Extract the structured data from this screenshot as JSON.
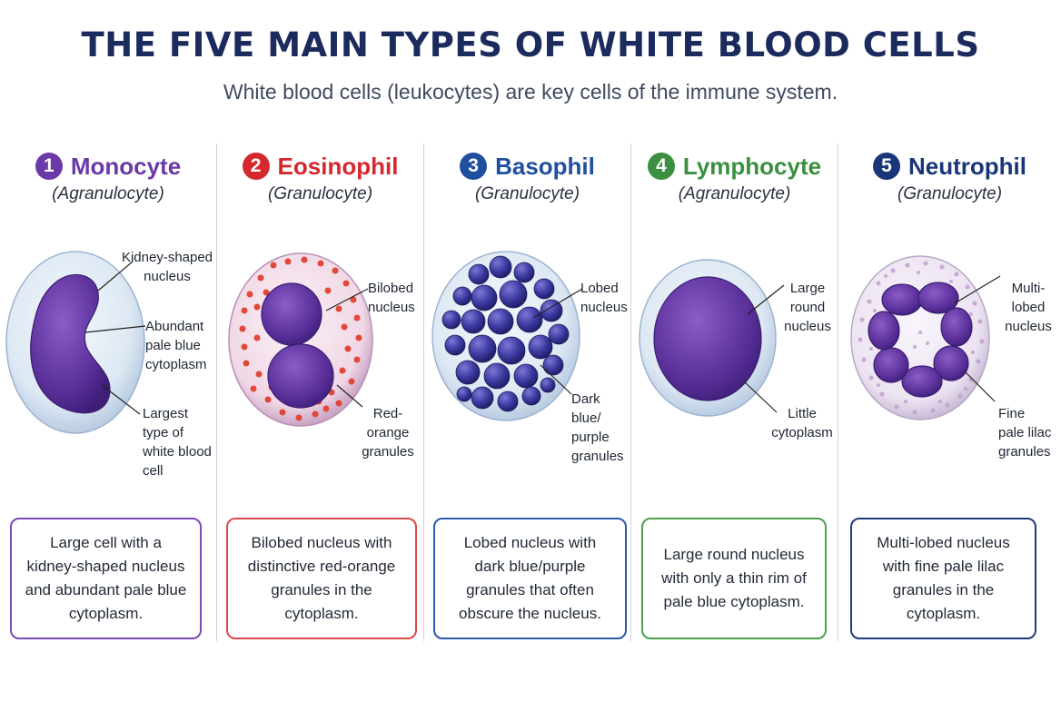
{
  "title": "THE FIVE MAIN TYPES OF WHITE BLOOD CELLS",
  "subtitle": "White blood cells (leukocytes) are key cells of the immune system.",
  "cells": [
    {
      "number": "1",
      "name": "Monocyte",
      "type": "(Agranulocyte)",
      "color": "#6a3aa8",
      "labels": [
        "Kidney-shaped nucleus",
        "Abundant pale blue cytoplasm",
        "Largest type of white blood cell"
      ],
      "description": "Large cell with a kidney-shaped nucleus and abundant pale blue cytoplasm."
    },
    {
      "number": "2",
      "name": "Eosinophil",
      "type": "(Granulocyte)",
      "color": "#d5282e",
      "labels": [
        "Bilobed nucleus",
        "Red-orange granules"
      ],
      "description": "Bilobed nucleus with distinctive red-orange granules in the cytoplasm."
    },
    {
      "number": "3",
      "name": "Basophil",
      "type": "(Granulocyte)",
      "color": "#1f4f9e",
      "labels": [
        "Lobed nucleus",
        "Dark blue/ purple granules"
      ],
      "description": "Lobed nucleus with dark blue/purple granules that often obscure the nucleus."
    },
    {
      "number": "4",
      "name": "Lymphocyte",
      "type": "(Agranulocyte)",
      "color": "#3a9040",
      "labels": [
        "Large round nucleus",
        "Little cytoplasm"
      ],
      "description": "Large round nucleus with only a thin rim of pale blue cytoplasm."
    },
    {
      "number": "5",
      "name": "Neutrophil",
      "type": "(Granulocyte)",
      "color": "#1a3579",
      "labels": [
        "Multi- lobed nucleus",
        "Fine pale lilac granules"
      ],
      "description": "Multi-lobed nucleus with fine pale lilac granules in the cytoplasm."
    }
  ]
}
